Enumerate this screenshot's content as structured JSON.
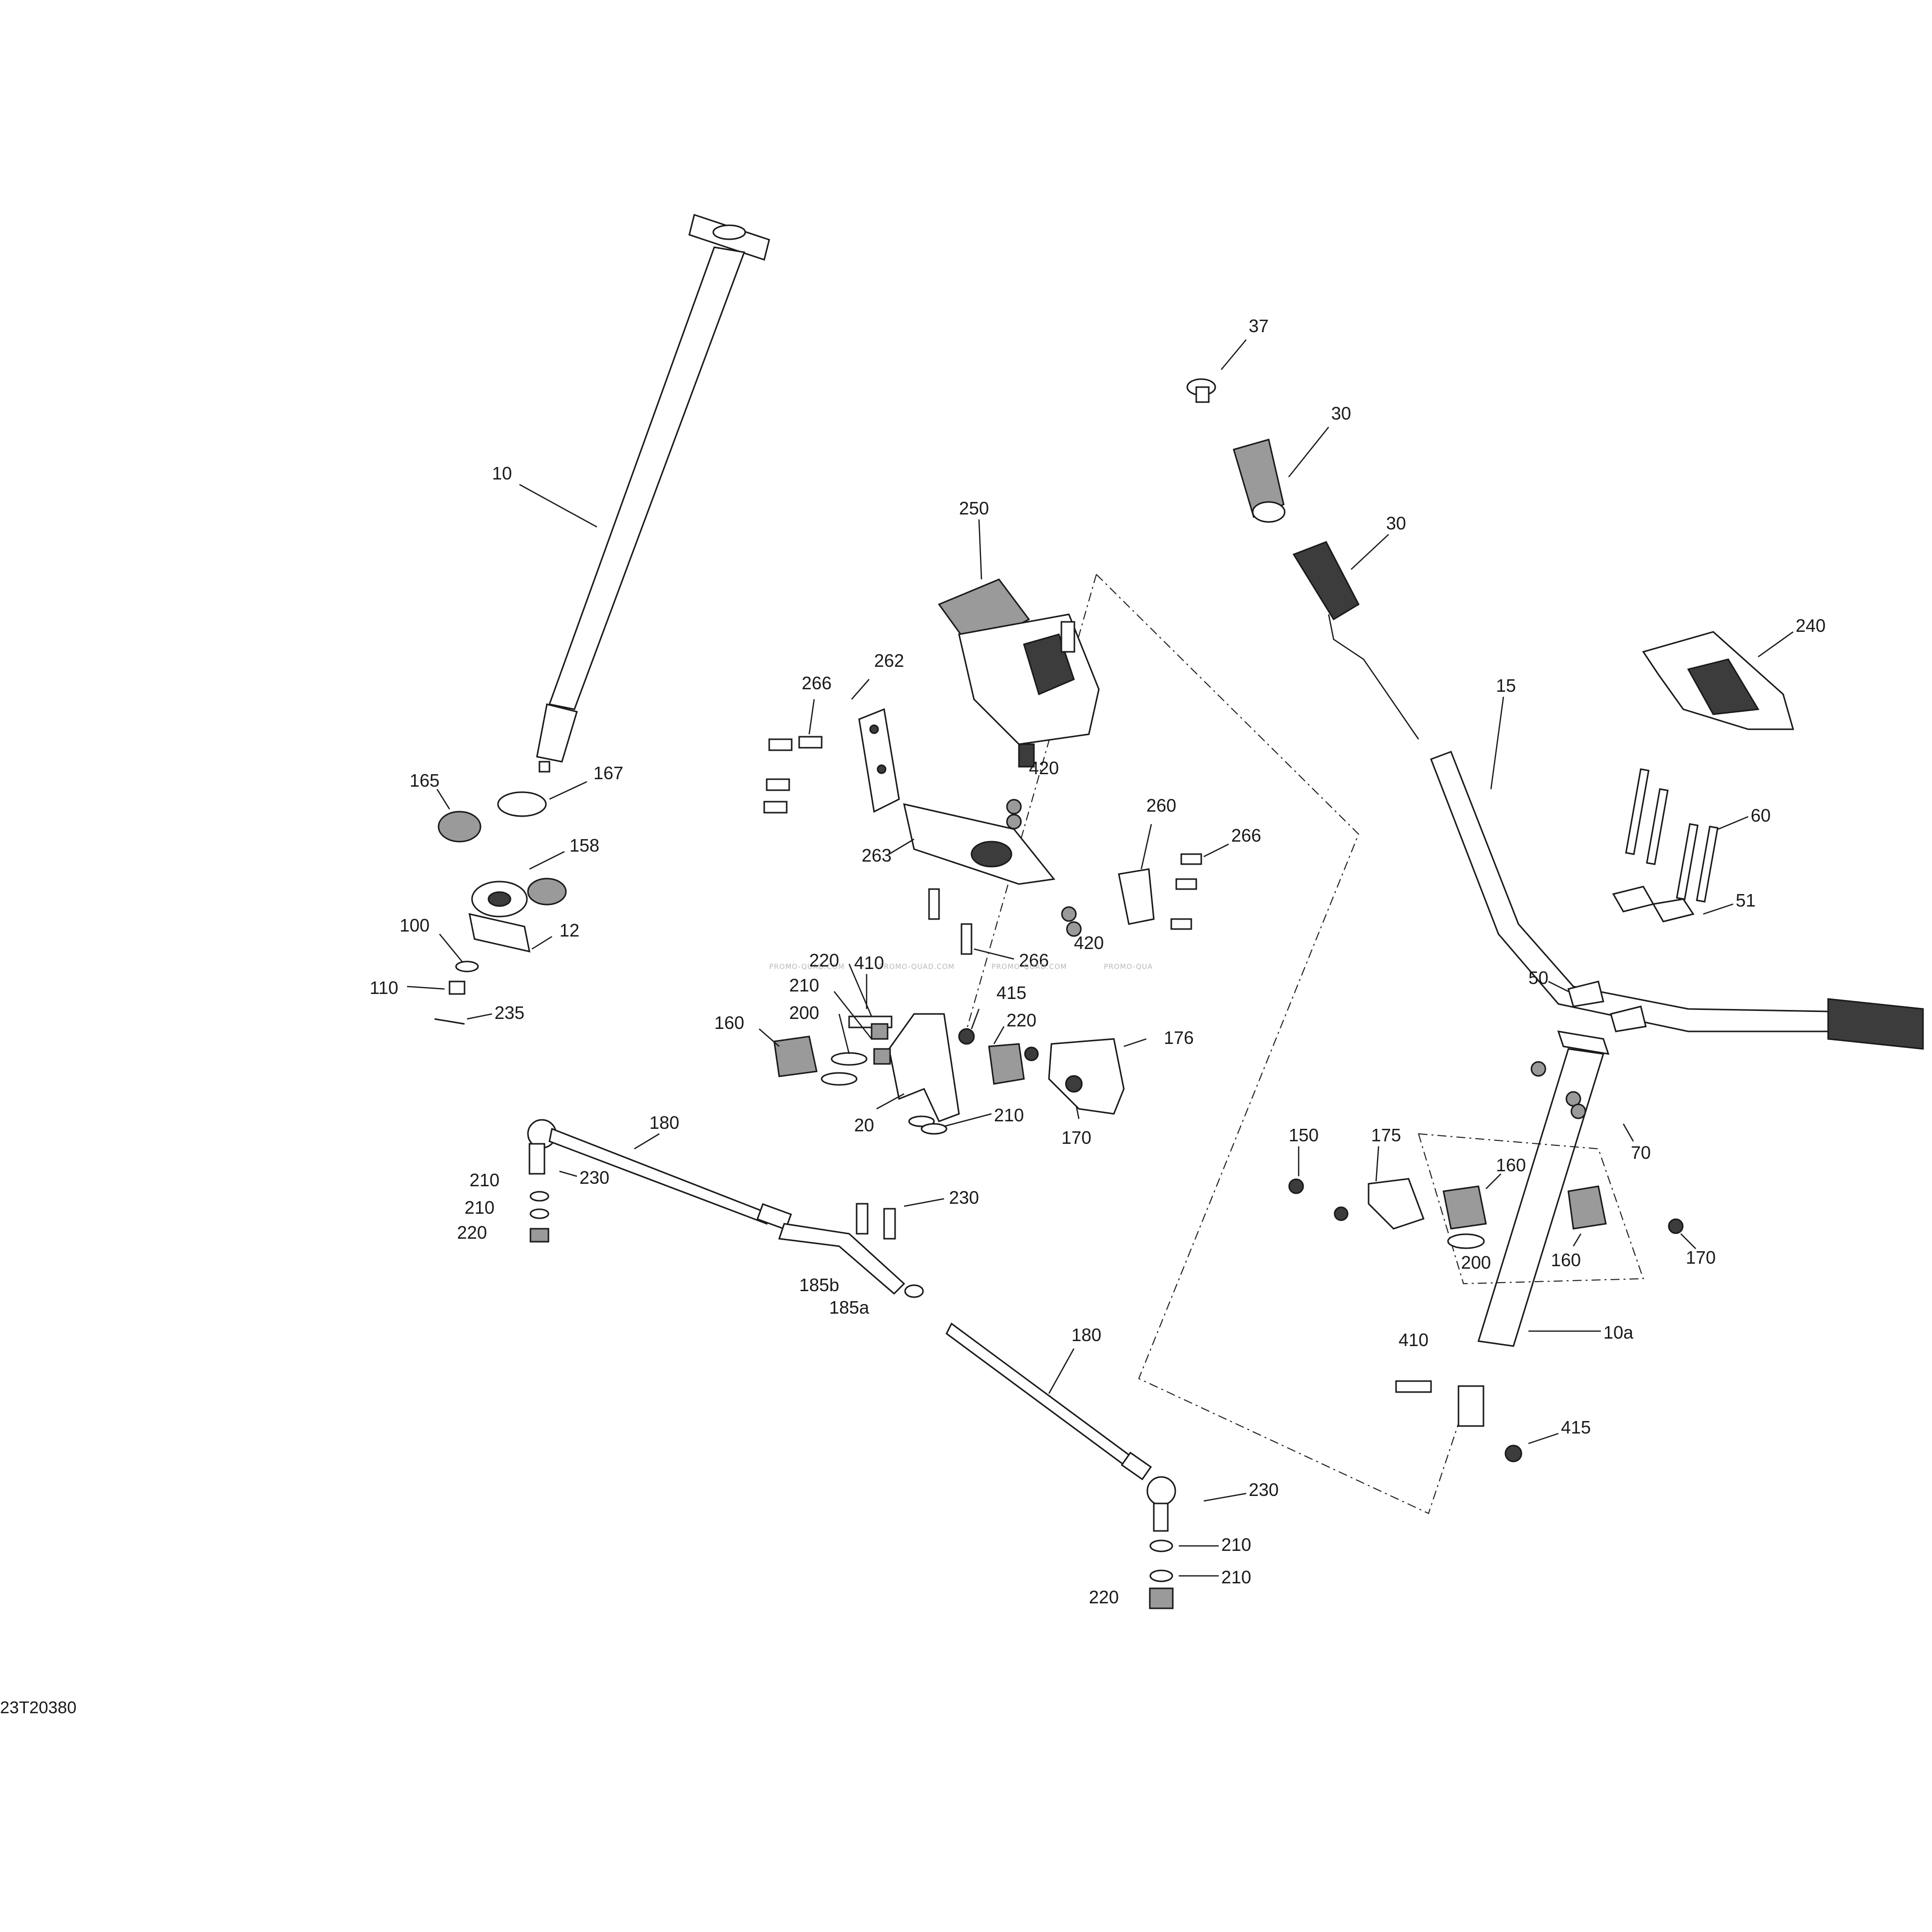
{
  "diagram": {
    "ref_code": "23T20380",
    "watermarks": [
      "PROMO-QUAD.COM",
      "PROMO-QUAD.COM",
      "PROMO-QUAD.COM",
      "PROMO-QUA"
    ],
    "callouts": {
      "c10": "10",
      "c10a": "10a",
      "c12": "12",
      "c15": "15",
      "c20": "20",
      "c30a": "30",
      "c30b": "30",
      "c37": "37",
      "c50": "50",
      "c51": "51",
      "c60": "60",
      "c70": "70",
      "c100": "100",
      "c110": "110",
      "c150": "150",
      "c158": "158",
      "c160a": "160",
      "c160b": "160",
      "c160c": "160",
      "c165": "165",
      "c167": "167",
      "c170a": "170",
      "c170b": "170",
      "c175": "175",
      "c176": "176",
      "c180a": "180",
      "c180b": "180",
      "c185a": "185a",
      "c185b": "185b",
      "c200a": "200",
      "c200b": "200",
      "c210a": "210",
      "c210b": "210",
      "c210c": "210",
      "c210d": "210",
      "c210e": "210",
      "c210f": "210",
      "c220a": "220",
      "c220b": "220",
      "c220c": "220",
      "c220d": "220",
      "c230a": "230",
      "c230b": "230",
      "c230c": "230",
      "c235": "235",
      "c240": "240",
      "c250": "250",
      "c260": "260",
      "c262": "262",
      "c263": "263",
      "c266a": "266",
      "c266b": "266",
      "c266c": "266",
      "c410a": "410",
      "c410b": "410",
      "c415a": "415",
      "c415b": "415",
      "c420a": "420",
      "c420b": "420"
    }
  }
}
